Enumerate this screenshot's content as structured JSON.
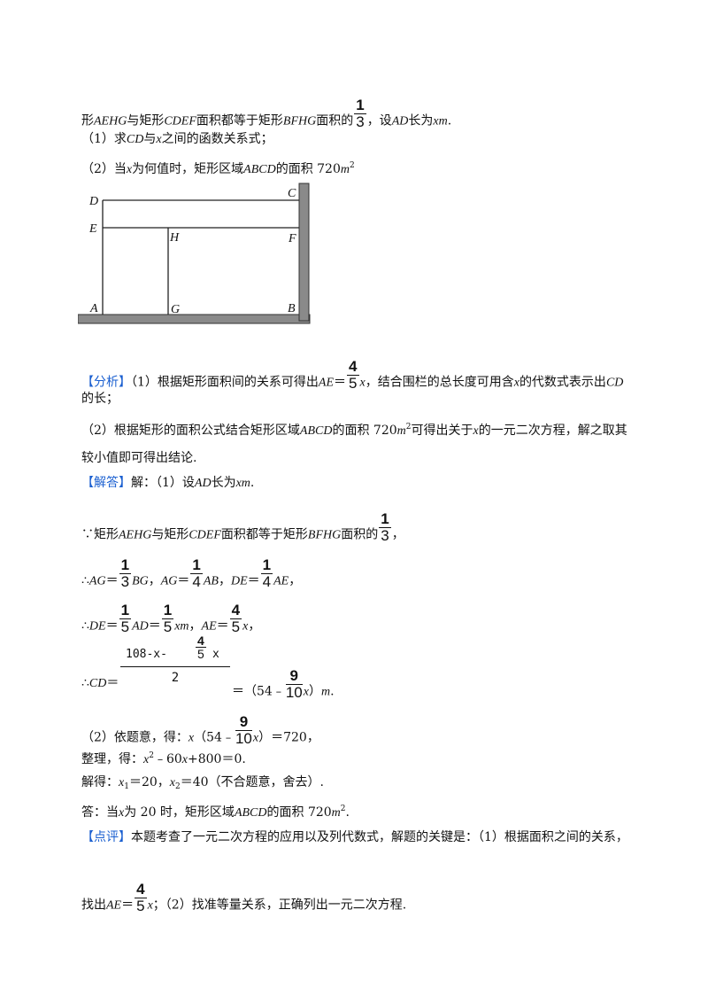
{
  "problem": {
    "line1_a": "形",
    "line1_b": "AEHG",
    "line1_c": "与矩形",
    "line1_d": "CDEF",
    "line1_e": "面积都等于矩形",
    "line1_f": "BFHG",
    "line1_g": "面积的",
    "line1_frac_n": "1",
    "line1_frac_d": "3",
    "line1_h": "，设",
    "line1_i": "AD",
    "line1_j": "长为",
    "line1_k": "xm",
    "line1_l": ".",
    "q1_a": "（1）求",
    "q1_b": "CD",
    "q1_c": "与",
    "q1_d": "x",
    "q1_e": "之间的函数关系式；",
    "q2_a": "（2）当",
    "q2_b": "x",
    "q2_c": "为何值时，矩形区域",
    "q2_d": "ABCD",
    "q2_e": "的面积 720",
    "q2_f": "m",
    "q2_g": "2"
  },
  "diagram": {
    "labels": [
      "D",
      "C",
      "E",
      "H",
      "F",
      "A",
      "G",
      "B"
    ]
  },
  "analysis": {
    "tag": "【分析】",
    "l1_a": "（1）根据矩形面积间的关系可得出",
    "l1_b": "AE",
    "l1_c": "＝",
    "l1_frac_n": "4",
    "l1_frac_d": "5",
    "l1_d": "x",
    "l1_e": "，结合围栏的总长度可用含",
    "l1_f": "x",
    "l1_g": "的代数式表示出",
    "l1_h": "CD",
    "l2": "的长；",
    "l3_a": "（2）根据矩形的面积公式结合矩形区域",
    "l3_b": "ABCD",
    "l3_c": "的面积 720",
    "l3_d": "m",
    "l3_e": "2",
    "l3_f": "可得出关于",
    "l3_g": "x",
    "l3_h": "的一元二次方程，解之取其",
    "l4": "较小值即可得出结论."
  },
  "solution": {
    "tag": "【解答】",
    "s1_a": "解：（1）设",
    "s1_b": "AD",
    "s1_c": "长为",
    "s1_d": "xm",
    "s1_e": ".",
    "s2_a": "∵矩形",
    "s2_b": "AEHG",
    "s2_c": "与矩形",
    "s2_d": "CDEF",
    "s2_e": "面积都等于矩形",
    "s2_f": "BFHG",
    "s2_g": "面积的",
    "s2_fn": "1",
    "s2_fd": "3",
    "s2_h": "，",
    "s3_a": "∴",
    "s3_b": "AG",
    "s3_c": "＝",
    "s3_f1n": "1",
    "s3_f1d": "3",
    "s3_d": "BG",
    "s3_e": "，",
    "s3_f": "AG",
    "s3_g": "＝",
    "s3_f2n": "1",
    "s3_f2d": "4",
    "s3_h": "AB",
    "s3_i": "，",
    "s3_j": "DE",
    "s3_k": "＝",
    "s3_f3n": "1",
    "s3_f3d": "4",
    "s3_l": "AE",
    "s3_m": "，",
    "s4_a": "∴",
    "s4_b": "DE",
    "s4_c": "＝",
    "s4_f1n": "1",
    "s4_f1d": "5",
    "s4_d": "AD",
    "s4_e": "＝",
    "s4_f2n": "1",
    "s4_f2d": "5",
    "s4_f": "xm",
    "s4_g": "，",
    "s4_h": "AE",
    "s4_i": "＝",
    "s4_f3n": "4",
    "s4_f3d": "5",
    "s4_j": "x",
    "s4_k": "，",
    "s5_num_a": "108-x-",
    "s5_num_fn": "4",
    "s5_num_fd": "5",
    "s5_num_b": "x",
    "s5_den": "2",
    "s5_a": "∴",
    "s5_b": "CD",
    "s5_c": "＝",
    "s5_d": "＝（54﹣",
    "s5_fn": "9",
    "s5_fd": "10",
    "s5_e": "x",
    "s5_f": "）",
    "s5_g": "m",
    "s5_h": ".",
    "s6_a": "（2）依题意，得：",
    "s6_b": "x",
    "s6_c": "（54﹣",
    "s6_fn": "9",
    "s6_fd": "10",
    "s6_d": "x",
    "s6_e": "）＝720，",
    "s7_a": "整理，得：",
    "s7_b": "x",
    "s7_c": "2",
    "s7_d": "﹣60",
    "s7_e": "x",
    "s7_f": "+800＝0.",
    "s8_a": "解得：",
    "s8_b": "x",
    "s8_c": "1",
    "s8_d": "＝20，",
    "s8_e": "x",
    "s8_f": "2",
    "s8_g": "＝40（不合题意，舍去）.",
    "s9_a": "答：当",
    "s9_b": "x",
    "s9_c": "为 20 时，矩形区域",
    "s9_d": "ABCD",
    "s9_e": "的面积 720",
    "s9_f": "m",
    "s9_g": "2",
    "s9_h": "."
  },
  "comment": {
    "tag": "【点评】",
    "c1": "本题考查了一元二次方程的应用以及列代数式，解题的关键是：（1）根据面积之间的关系，",
    "c2_a": "找出",
    "c2_b": "AE",
    "c2_c": "＝",
    "c2_fn": "4",
    "c2_fd": "5",
    "c2_d": "x",
    "c2_e": "；（2）找准等量关系，正确列出一元二次方程."
  }
}
